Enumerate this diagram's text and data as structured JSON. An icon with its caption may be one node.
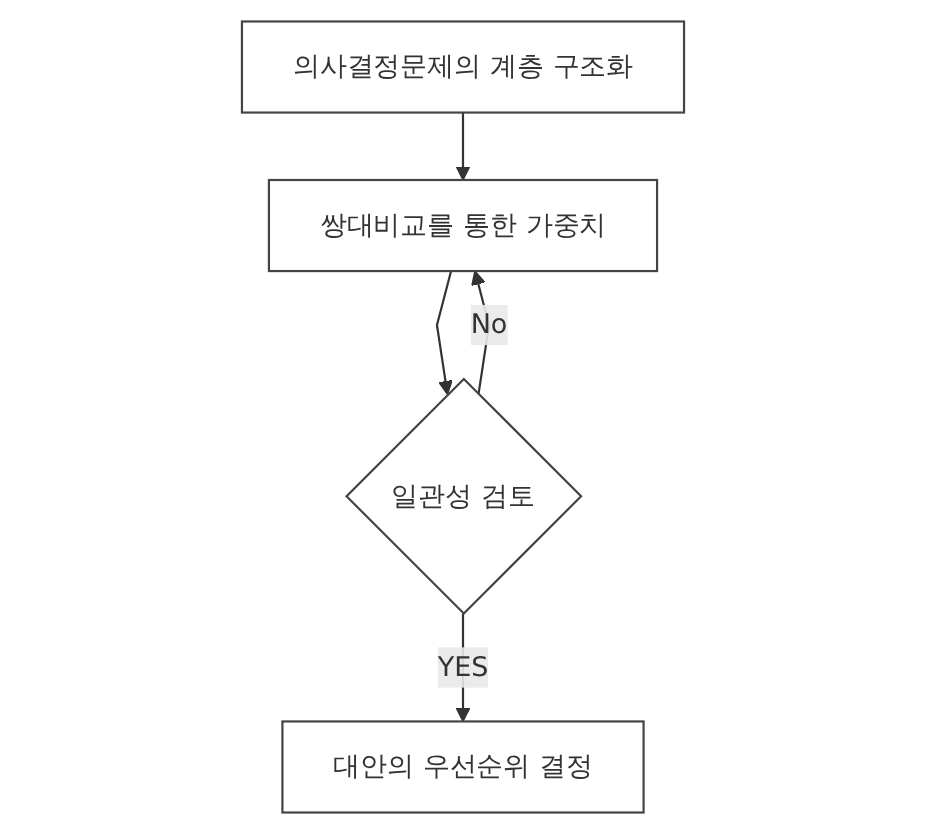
{
  "diagram": {
    "nodes": [
      {
        "text": [
          "의사결정문제의 계층 구조화"
        ]
      },
      {
        "text": [
          "쌍대비교를 통한 가중치"
        ]
      },
      {
        "text": [
          "일관성 검토"
        ]
      },
      {
        "text": [
          "대안의 우선순위 결정"
        ]
      }
    ],
    "edges": [
      {
        "from": 0,
        "to": 1,
        "arrow": "to"
      },
      {
        "from": 1,
        "to": 2,
        "arrow": "to"
      },
      {
        "from": 2,
        "to": 1,
        "arrow": "to",
        "label": "No"
      },
      {
        "from": 2,
        "to": 3,
        "arrow": "to",
        "label": "YES"
      }
    ]
  }
}
